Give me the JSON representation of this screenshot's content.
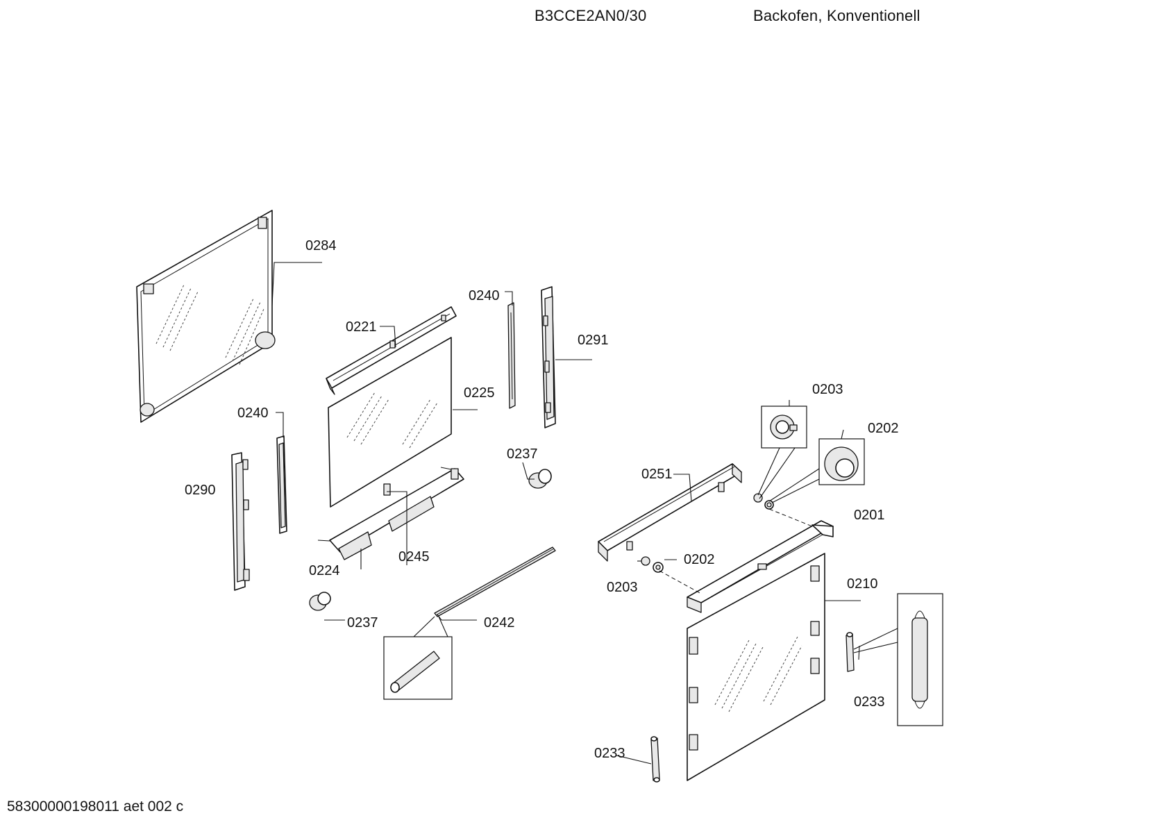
{
  "header": {
    "model": "B3CCE2AN0/30",
    "description": "Backofen, Konventionell"
  },
  "footer": "58300000198011 aet 002 c",
  "parts": [
    {
      "id": "p0284",
      "label": "0284"
    },
    {
      "id": "p0221",
      "label": "0221"
    },
    {
      "id": "p0240a",
      "label": "0240"
    },
    {
      "id": "p0291",
      "label": "0291"
    },
    {
      "id": "p0225",
      "label": "0225"
    },
    {
      "id": "p0240b",
      "label": "0240"
    },
    {
      "id": "p0290",
      "label": "0290"
    },
    {
      "id": "p0237a",
      "label": "0237"
    },
    {
      "id": "p0245",
      "label": "0245"
    },
    {
      "id": "p0224",
      "label": "0224"
    },
    {
      "id": "p0237b",
      "label": "0237"
    },
    {
      "id": "p0242",
      "label": "0242"
    },
    {
      "id": "p0203a",
      "label": "0203"
    },
    {
      "id": "p0202a",
      "label": "0202"
    },
    {
      "id": "p0251",
      "label": "0251"
    },
    {
      "id": "p0201",
      "label": "0201"
    },
    {
      "id": "p0202b",
      "label": "0202"
    },
    {
      "id": "p0203b",
      "label": "0203"
    },
    {
      "id": "p0210",
      "label": "0210"
    },
    {
      "id": "p0233a",
      "label": "0233"
    },
    {
      "id": "p0233b",
      "label": "0233"
    }
  ]
}
